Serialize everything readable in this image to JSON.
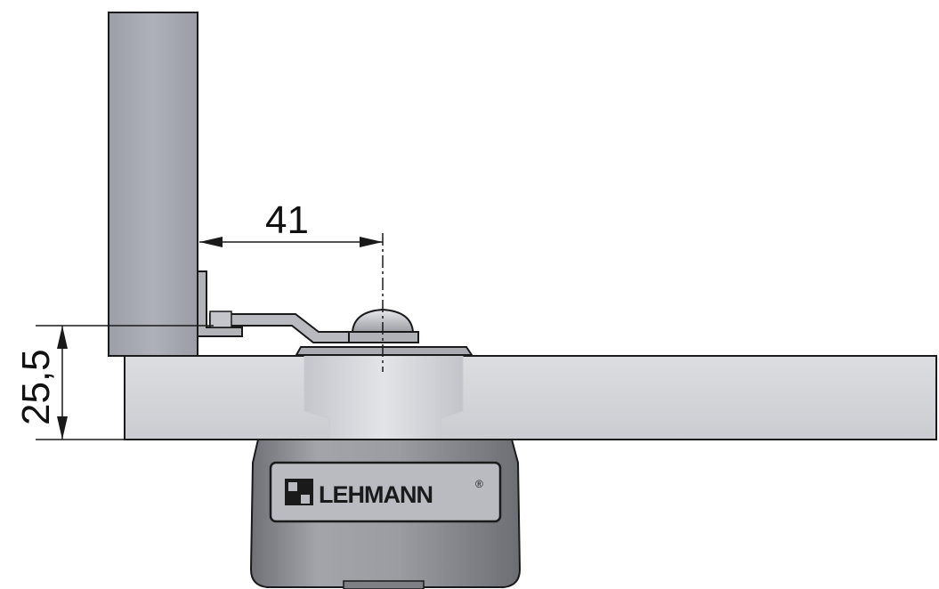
{
  "dimensions": {
    "horizontal_label": "41",
    "vertical_label": "25,5"
  },
  "logo": {
    "text": "LEHMANN",
    "registered_mark": "®"
  },
  "colors": {
    "panel_fill": "#a7aab2",
    "board_fill": "#d3d4d8",
    "housing_fill": "#8e9096",
    "metal_fill": "#b3b5bb",
    "line": "#1a1a1a"
  }
}
